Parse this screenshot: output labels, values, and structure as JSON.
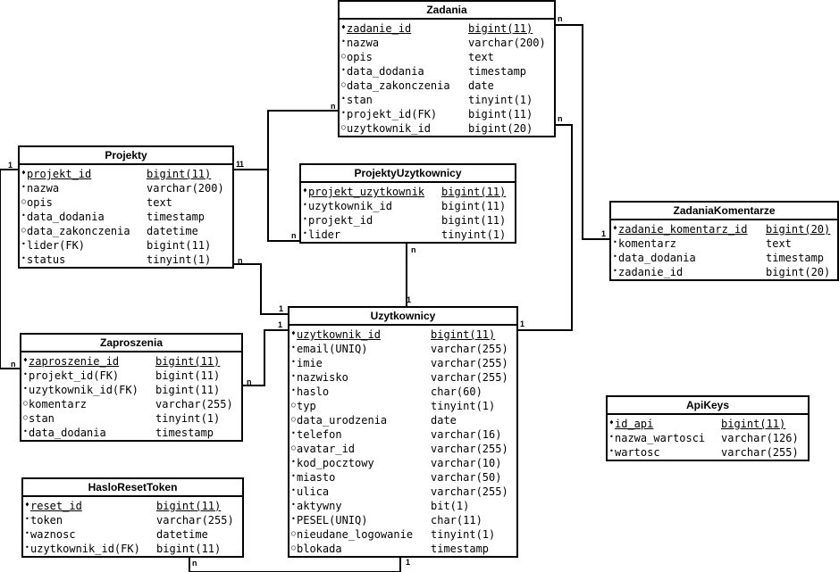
{
  "tables": {
    "zadania": {
      "title": "Zadania",
      "fields": [
        {
          "marker": "♦",
          "name": "zadanie_id",
          "type": "bigint(11)"
        },
        {
          "marker": "•",
          "name": "nazwa",
          "type": "varchar(200)"
        },
        {
          "marker": "○",
          "name": "opis",
          "type": "text"
        },
        {
          "marker": "•",
          "name": "data_dodania",
          "type": "timestamp"
        },
        {
          "marker": "○",
          "name": "data_zakonczenia",
          "type": "date"
        },
        {
          "marker": "•",
          "name": "stan",
          "type": "tinyint(1)"
        },
        {
          "marker": "•",
          "name": "projekt_id(FK)",
          "type": "bigint(11)"
        },
        {
          "marker": "○",
          "name": "uzytkownik_id",
          "type": "bigint(20)"
        }
      ]
    },
    "projekty": {
      "title": "Projekty",
      "fields": [
        {
          "marker": "♦",
          "name": "projekt_id",
          "type": "bigint(11)"
        },
        {
          "marker": "•",
          "name": "nazwa",
          "type": "varchar(200)"
        },
        {
          "marker": "○",
          "name": "opis",
          "type": "text"
        },
        {
          "marker": "•",
          "name": "data_dodania",
          "type": "timestamp"
        },
        {
          "marker": "○",
          "name": "data_zakonczenia",
          "type": "datetime"
        },
        {
          "marker": "•",
          "name": "lider(FK)",
          "type": "bigint(11)"
        },
        {
          "marker": "•",
          "name": "status",
          "type": "tinyint(1)"
        }
      ]
    },
    "projekty_uzytkownicy": {
      "title": "ProjektyUzytkownicy",
      "fields": [
        {
          "marker": "♦",
          "name": "projekt_uzytkownik",
          "type": "bigint(11)"
        },
        {
          "marker": "•",
          "name": "uzytkownik_id",
          "type": "bigint(11)"
        },
        {
          "marker": "•",
          "name": "projekt_id",
          "type": "bigint(11)"
        },
        {
          "marker": "•",
          "name": "lider",
          "type": "tinyint(1)"
        }
      ]
    },
    "zadania_komentarze": {
      "title": "ZadaniaKomentarze",
      "fields": [
        {
          "marker": "♦",
          "name": "zadanie_komentarz_id",
          "type": "bigint(20)"
        },
        {
          "marker": "•",
          "name": "komentarz",
          "type": "text"
        },
        {
          "marker": "•",
          "name": "data_dodania",
          "type": "timestamp"
        },
        {
          "marker": "•",
          "name": "zadanie_id",
          "type": "bigint(20)"
        }
      ]
    },
    "uzytkownicy": {
      "title": "Uzytkownicy",
      "fields": [
        {
          "marker": "♦",
          "name": "uzytkownik_id",
          "type": "bigint(11)"
        },
        {
          "marker": "•",
          "name": "email(UNIQ)",
          "type": "varchar(255)"
        },
        {
          "marker": "•",
          "name": "imie",
          "type": "varchar(255)"
        },
        {
          "marker": "•",
          "name": "nazwisko",
          "type": "varchar(255)"
        },
        {
          "marker": "•",
          "name": "haslo",
          "type": "char(60)"
        },
        {
          "marker": "○",
          "name": "typ",
          "type": "tinyint(1)"
        },
        {
          "marker": "○",
          "name": "data_urodzenia",
          "type": "date"
        },
        {
          "marker": "•",
          "name": "telefon",
          "type": "varchar(16)"
        },
        {
          "marker": "○",
          "name": "avatar_id",
          "type": "varchar(255)"
        },
        {
          "marker": "•",
          "name": "kod_pocztowy",
          "type": "varchar(10)"
        },
        {
          "marker": "•",
          "name": "miasto",
          "type": "varchar(50)"
        },
        {
          "marker": "•",
          "name": "ulica",
          "type": "varchar(255)"
        },
        {
          "marker": "•",
          "name": "aktywny",
          "type": "bit(1)"
        },
        {
          "marker": "•",
          "name": "PESEL(UNIQ)",
          "type": "char(11)"
        },
        {
          "marker": "○",
          "name": "nieudane_logowanie",
          "type": "tinyint(1)"
        },
        {
          "marker": "○",
          "name": "blokada",
          "type": "timestamp"
        }
      ]
    },
    "zaproszenia": {
      "title": "Zaproszenia",
      "fields": [
        {
          "marker": "♦",
          "name": "zaproszenie_id",
          "type": "bigint(11)"
        },
        {
          "marker": "•",
          "name": "projekt_id(FK)",
          "type": "bigint(11)"
        },
        {
          "marker": "•",
          "name": "uzytkownik_id(FK)",
          "type": "bigint(11)"
        },
        {
          "marker": "○",
          "name": "komentarz",
          "type": "varchar(255)"
        },
        {
          "marker": "○",
          "name": "stan",
          "type": "tinyint(1)"
        },
        {
          "marker": "•",
          "name": "data_dodania",
          "type": "timestamp"
        }
      ]
    },
    "api_keys": {
      "title": "ApiKeys",
      "fields": [
        {
          "marker": "♦",
          "name": "id_api",
          "type": "bigint(11)"
        },
        {
          "marker": "•",
          "name": "nazwa_wartosci",
          "type": "varchar(126)"
        },
        {
          "marker": "•",
          "name": "wartosc",
          "type": "varchar(255)"
        }
      ]
    },
    "haslo_reset_token": {
      "title": "HasloResetToken",
      "fields": [
        {
          "marker": "♦",
          "name": "reset_id",
          "type": "bigint(11)"
        },
        {
          "marker": "•",
          "name": "token",
          "type": "varchar(255)"
        },
        {
          "marker": "•",
          "name": "waznosc",
          "type": "datetime"
        },
        {
          "marker": "•",
          "name": "uzytkownik_id(FK)",
          "type": "bigint(11)"
        }
      ]
    }
  },
  "cardinality": {
    "one": "1",
    "many": "n"
  }
}
